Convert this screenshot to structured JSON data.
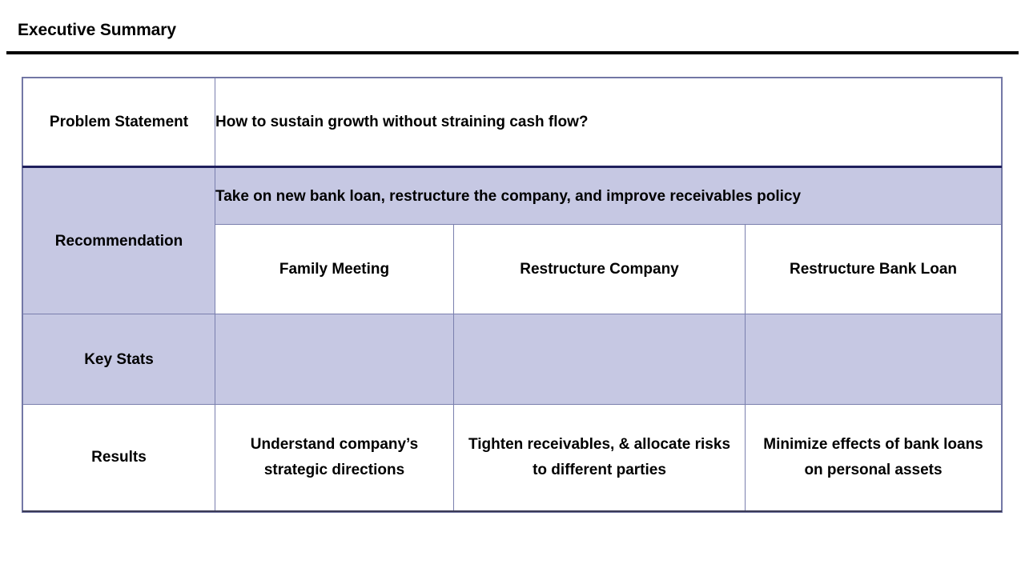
{
  "slide": {
    "title": "Executive Summary",
    "accent_colors": {
      "shade_fill": "#c6c8e3",
      "border": "#7a7fae",
      "navy_divider": "#1f1f5c",
      "rule": "#000000"
    }
  },
  "table": {
    "rows": {
      "problem": {
        "label": "Problem Statement",
        "statement": "How to sustain growth without straining cash flow?"
      },
      "recommendation": {
        "label": "Recommendation",
        "summary": "Take on new bank loan, restructure the company, and improve receivables policy",
        "options": [
          "Family Meeting",
          "Restructure Company",
          "Restructure Bank Loan"
        ]
      },
      "key_stats": {
        "label": "Key Stats",
        "cells": [
          "",
          "",
          ""
        ]
      },
      "results": {
        "label": "Results",
        "cells": [
          "Understand company’s strategic directions",
          "Tighten receivables, & allocate risks to different parties",
          "Minimize effects of bank loans on personal assets"
        ]
      }
    }
  }
}
